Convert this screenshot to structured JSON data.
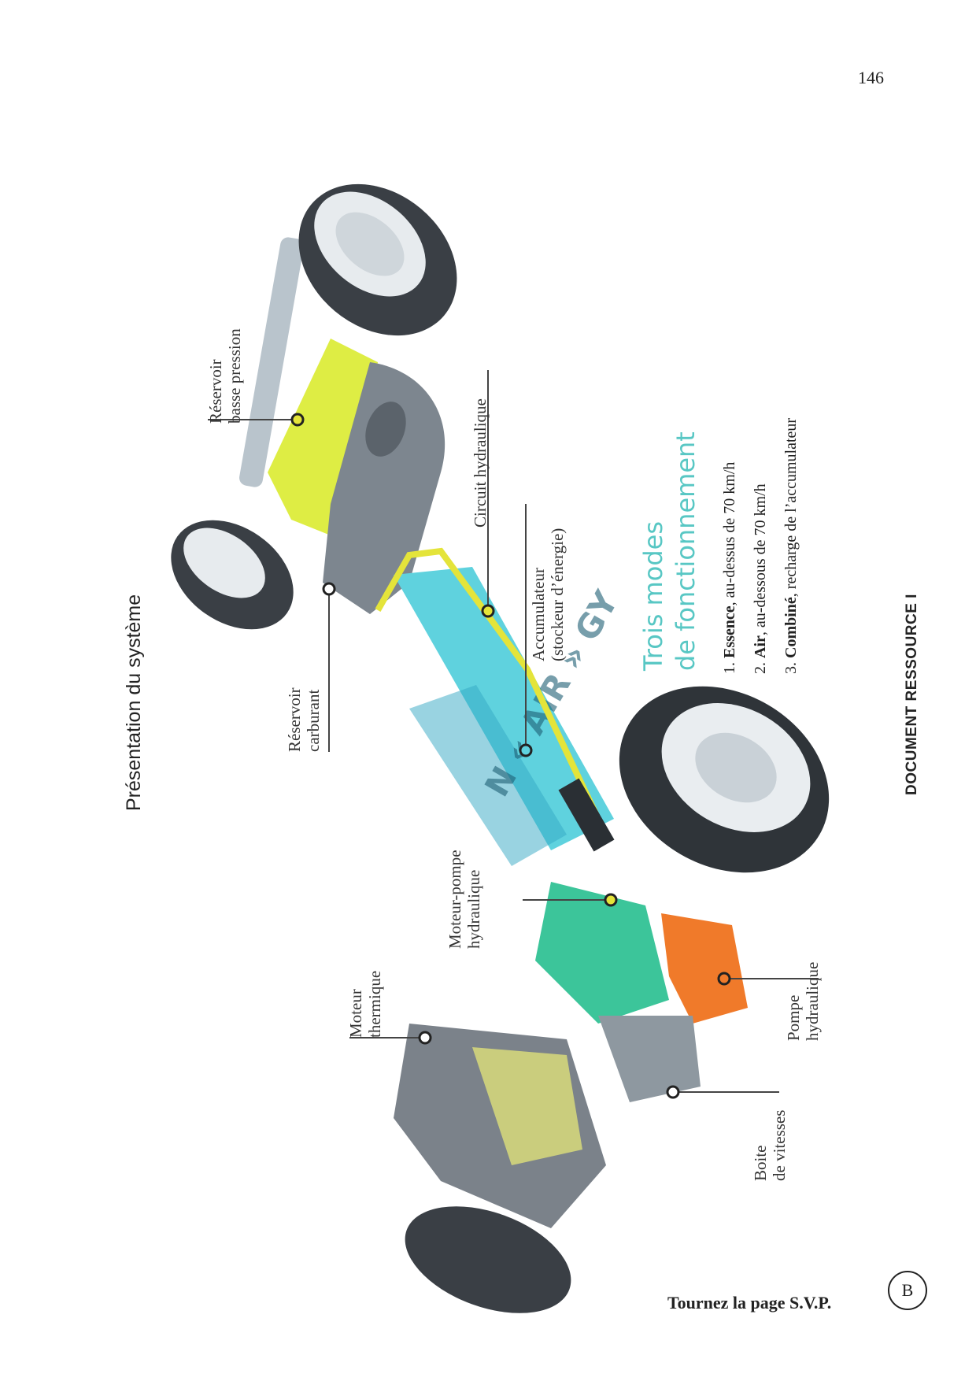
{
  "page": {
    "number": "146",
    "footer": "Tournez la page S.V.P.",
    "badge": "B"
  },
  "figure": {
    "title": "Présentation du système",
    "labels": {
      "reservoir_basse_pression": [
        "Réservoir",
        "basse pression"
      ],
      "circuit_hydraulique": [
        "Circuit hydraulique"
      ],
      "accumulateur": [
        "Accumulateur",
        "(stockeur d’énergie)"
      ],
      "reservoir_carburant": [
        "Réservoir",
        "carburant"
      ],
      "moteur_pompe": [
        "Moteur-pompe",
        "hydraulique"
      ],
      "moteur_thermique": [
        "Moteur",
        "thermique"
      ],
      "pompe_hydraulique": [
        "Pompe",
        "hydraulique"
      ],
      "boite_vitesses": [
        "Boite",
        "de vitesses"
      ]
    },
    "tank_text": "N « AIR » GY"
  },
  "modes": {
    "title": [
      "Trois modes",
      "de fonctionnement"
    ],
    "items": [
      {
        "num": "1.",
        "name": "Essence",
        "desc": ", au-dessus de 70 km/h"
      },
      {
        "num": "2.",
        "name": "Air",
        "desc": ", au-dessous de 70 km/h"
      },
      {
        "num": "3.",
        "name": "Combiné",
        "desc": ", recharge de l’accumulateur"
      }
    ]
  },
  "side_title": "DOCUMENT RESSOURCE I",
  "colors": {
    "accent": "#58c7c4",
    "yellow": "#e4e43a",
    "cyan": "#5fd2de",
    "orange": "#f07a2a",
    "green": "#3cc59a"
  }
}
